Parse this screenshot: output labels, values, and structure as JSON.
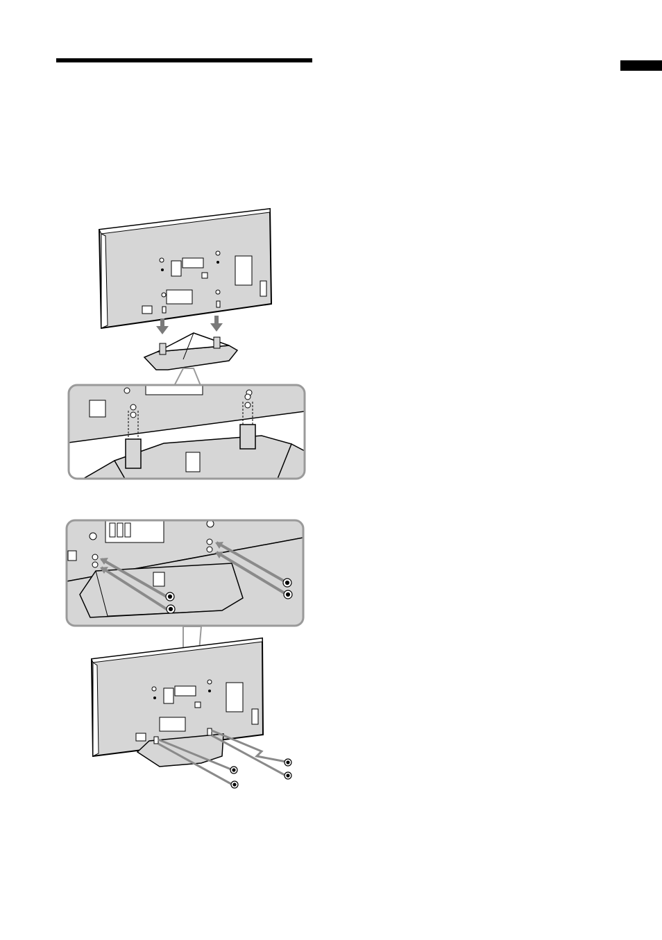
{
  "page": {
    "title_rule": "heading-bar",
    "section_tab": "section-marker"
  },
  "figures": {
    "step1": "tv-onto-stand-illustration",
    "step1_detail": "post-alignment-detail",
    "step2_detail": "screw-fastening-detail",
    "step2": "tv-screws-attach-illustration"
  },
  "colors": {
    "tv_body": "#d6d6d6",
    "tv_bezel": "#ffffff",
    "outline": "#000000",
    "arrow": "#7a7a7a",
    "callout_border": "#9a9a9a"
  }
}
